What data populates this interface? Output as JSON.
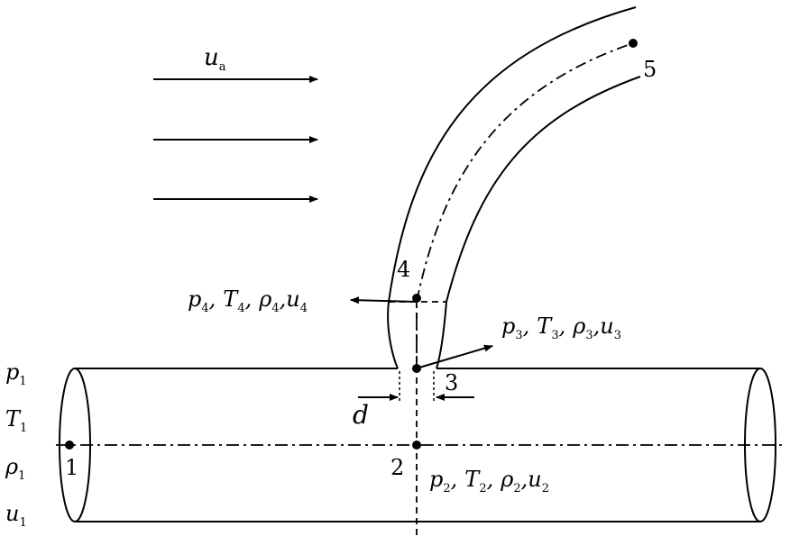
{
  "wind": {
    "label": "u",
    "label_sub": "a",
    "arrow_count": 3
  },
  "points": {
    "p1": "1",
    "p2": "2",
    "p3": "3",
    "p4": "4",
    "p5": "5"
  },
  "left_state": {
    "pressure": "p",
    "pressure_sub": "1",
    "temperature": "T",
    "temperature_sub": "1",
    "density": "ρ",
    "density_sub": "1",
    "velocity": "u",
    "velocity_sub": "1"
  },
  "state2": {
    "p": "p",
    "p_sub": "2",
    "T": "T",
    "T_sub": "2",
    "rho": "ρ",
    "rho_sub": "2",
    "u": "u",
    "u_sub": "2"
  },
  "state3": {
    "p": "p",
    "p_sub": "3",
    "T": "T",
    "T_sub": "3",
    "rho": "ρ",
    "rho_sub": "3",
    "u": "u",
    "u_sub": "3"
  },
  "state4": {
    "p": "p",
    "p_sub": "4",
    "T": "T",
    "T_sub": "4",
    "rho": "ρ",
    "rho_sub": "4",
    "u": "u",
    "u_sub": "4"
  },
  "hole_diameter": "d",
  "separator": ","
}
